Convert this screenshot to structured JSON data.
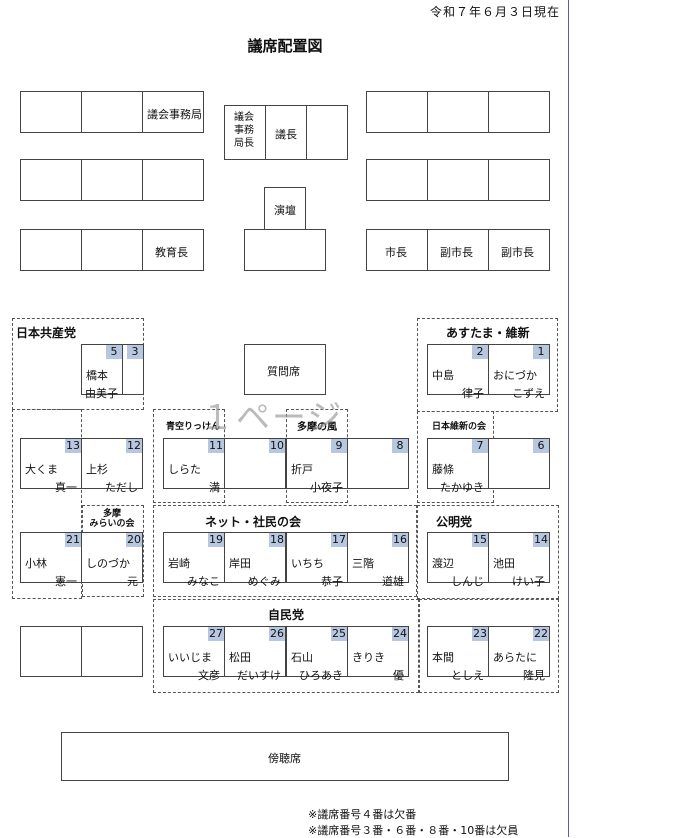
{
  "header": {
    "date": "令和７年６月３日現在",
    "title": "議席配置図"
  },
  "staff": {
    "gikai_jimukyoku": "議会事務局",
    "kyoikucho": "教育長",
    "jimukyokucho": "議会\n事務\n局長",
    "gicho": "議長",
    "endan": "演壇",
    "shicho": "市長",
    "fukushicho1": "副市長",
    "fukushicho2": "副市長",
    "shitsumonseki": "質問席",
    "bochoseki": "傍聴席"
  },
  "groups": {
    "kyosan": "日本共産党",
    "ishin_asu": "あすたま・維新",
    "seiku": "青空りっけん",
    "tama_kaze": "多摩の風",
    "nihon_ishin": "日本維新の会",
    "tama_mirai": "多摩\nみらいの会",
    "net": "ネット・社民の会",
    "komei": "公明党",
    "jimin": "自民党"
  },
  "seats": [
    {
      "no": "5",
      "family": "橋本",
      "given": "由美子"
    },
    {
      "no": "3",
      "family": "",
      "given": ""
    },
    {
      "no": "2",
      "family": "中島",
      "given": "律子"
    },
    {
      "no": "1",
      "family": "おにづか",
      "given": "こずえ"
    },
    {
      "no": "13",
      "family": "大くま",
      "given": "真一"
    },
    {
      "no": "12",
      "family": "上杉",
      "given": "ただし"
    },
    {
      "no": "11",
      "family": "しらた",
      "given": "満"
    },
    {
      "no": "10",
      "family": "",
      "given": ""
    },
    {
      "no": "9",
      "family": "折戸",
      "given": "小夜子"
    },
    {
      "no": "8",
      "family": "",
      "given": ""
    },
    {
      "no": "7",
      "family": "藤條",
      "given": "たかゆき"
    },
    {
      "no": "6",
      "family": "",
      "given": ""
    },
    {
      "no": "21",
      "family": "小林",
      "given": "憲一"
    },
    {
      "no": "20",
      "family": "しのづか",
      "given": "元"
    },
    {
      "no": "19",
      "family": "岩崎",
      "given": "みなこ"
    },
    {
      "no": "18",
      "family": "岸田",
      "given": "めぐみ"
    },
    {
      "no": "17",
      "family": "いちち",
      "given": "恭子"
    },
    {
      "no": "16",
      "family": "三階",
      "given": "道雄"
    },
    {
      "no": "15",
      "family": "渡辺",
      "given": "しんじ"
    },
    {
      "no": "14",
      "family": "池田",
      "given": "けい子"
    },
    {
      "no": "27",
      "family": "いいじま",
      "given": "文彦"
    },
    {
      "no": "26",
      "family": "松田",
      "given": "だいすけ"
    },
    {
      "no": "25",
      "family": "石山",
      "given": "ひろあき"
    },
    {
      "no": "24",
      "family": "きりき",
      "given": "優"
    },
    {
      "no": "23",
      "family": "本間",
      "given": "としえ"
    },
    {
      "no": "22",
      "family": "あらたに",
      "given": "隆見"
    }
  ],
  "watermark": "１ページ",
  "notes": [
    "※議席番号４番は欠番",
    "※議席番号３番・６番・８番・10番は欠員"
  ]
}
